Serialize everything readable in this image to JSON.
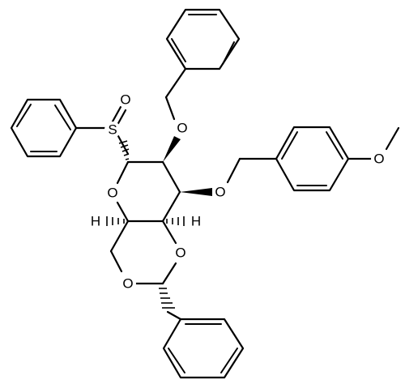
{
  "atoms": {
    "sulfur": "S",
    "sulfoxide_oxygen": "O",
    "ring_oxygen": "O",
    "benzyl_ether_oxygen": "O",
    "pmb_ether_oxygen": "O",
    "methoxy_oxygen": "O",
    "acetal_oxygen_right": "O",
    "acetal_oxygen_left": "O",
    "hydrogen_left": "H",
    "hydrogen_right": "H"
  }
}
